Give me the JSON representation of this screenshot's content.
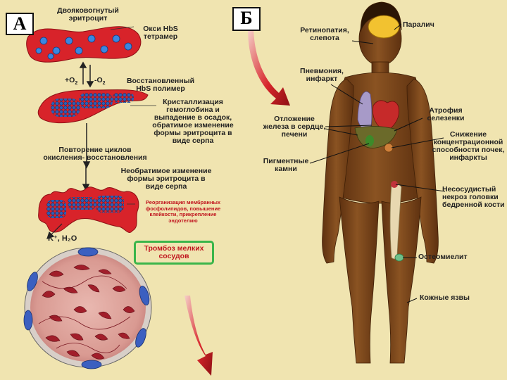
{
  "panels": {
    "a_label": "А",
    "b_label": "Б"
  },
  "left": {
    "biconcave": "Двояковогнутый\nэритроцит",
    "oxy_hbs": "Окси HbS\nтетрамер",
    "plus_o2": "+O",
    "minus_o2": "-O",
    "o2_sub": "2",
    "reduced_hbs": "Восстановленный\nHbS полимер",
    "crystallization": "Кристаллизация\nгемоглобина и\nвыпадение в осадок,\nобратимое изменение\nформы эритроцита в\nвиде серпа",
    "repeat_cycles": "Повторение циклов\nокисления- восстановления",
    "irreversible": "Необратимое изменение\nформы эритроцита в\nвиде серпа",
    "membrane": "Реорганизация мембранных\nфосфолипидов, повышение\nклейкости, прикрепление\nэндотелию",
    "ions": "K⁺, H₂O",
    "thrombosis": "Тромбоз мелких\nсосудов"
  },
  "right": {
    "paralysis": "Паралич",
    "retinopathy": "Ретинопатия,\nслепота",
    "pneumonia": "Пневмония,\nинфаркт",
    "iron": "Отложение\nжелеза в сердце,\nпечени",
    "pigment_stones": "Пигментные\nкамни",
    "spleen": "Атрофия\nселезенки",
    "kidney": "Снижение\nконцентрационной\nспособности почек,\nинфаркты",
    "necrosis": "Несосудистый\nнекроз головки\nбедренной кости",
    "osteomyelitis": "Остеомиелит",
    "skin_ulcers": "Кожные язвы"
  },
  "colors": {
    "background": "#f0e4b0",
    "cell_red": "#d8232a",
    "hb_blue": "#2a6fcf",
    "body_brown": "#7a4518",
    "thrombosis_border": "#3bb54a"
  }
}
